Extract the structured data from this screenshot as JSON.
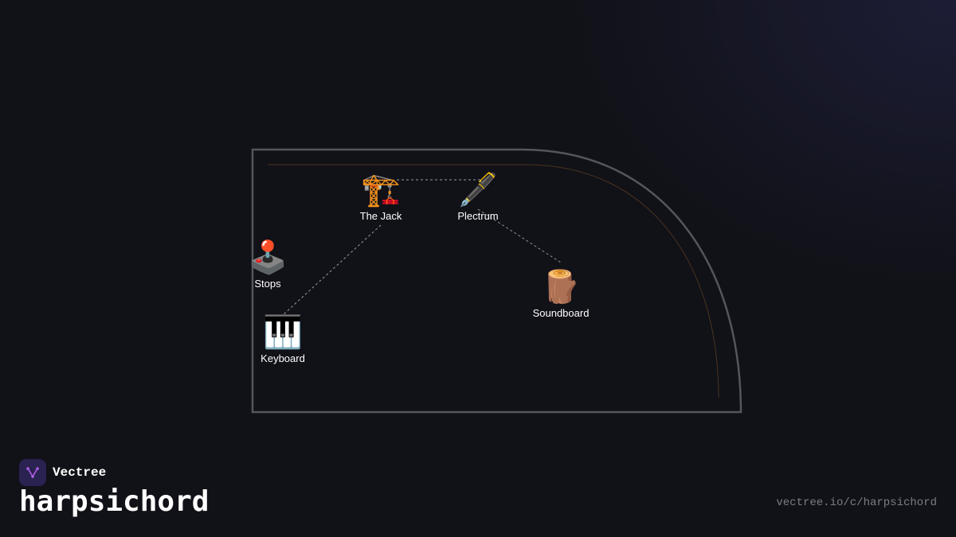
{
  "brand": {
    "name": "Vectree",
    "logo_icon": "vectree-logo-icon",
    "logo_bg": "#2a2250",
    "logo_color": "#b05ee8"
  },
  "title": "harpsichord",
  "url": "vectree.io/c/harpsichord",
  "nodes": [
    {
      "id": "the-jack",
      "label": "The Jack",
      "icon": "crane-icon",
      "emoji": "🏗️"
    },
    {
      "id": "plectrum",
      "label": "Plectrum",
      "icon": "fountain-pen-icon",
      "emoji": "🖋️"
    },
    {
      "id": "stops",
      "label": "Stops",
      "icon": "joystick-icon",
      "emoji": "🕹️"
    },
    {
      "id": "soundboard",
      "label": "Soundboard",
      "icon": "wood-log-icon",
      "emoji": "🪵"
    },
    {
      "id": "keyboard",
      "label": "Keyboard",
      "icon": "piano-keys-icon",
      "emoji": "🎹"
    }
  ],
  "edges": [
    {
      "from": "the-jack",
      "to": "plectrum"
    },
    {
      "from": "plectrum",
      "to": "soundboard"
    },
    {
      "from": "the-jack",
      "to": "keyboard"
    }
  ],
  "colors": {
    "background": "#111118",
    "outline": "#55555c",
    "inner_outline": "#4a3420",
    "edge": "#9a9aa2",
    "label": "#ffffff",
    "url": "#7d7d86"
  }
}
